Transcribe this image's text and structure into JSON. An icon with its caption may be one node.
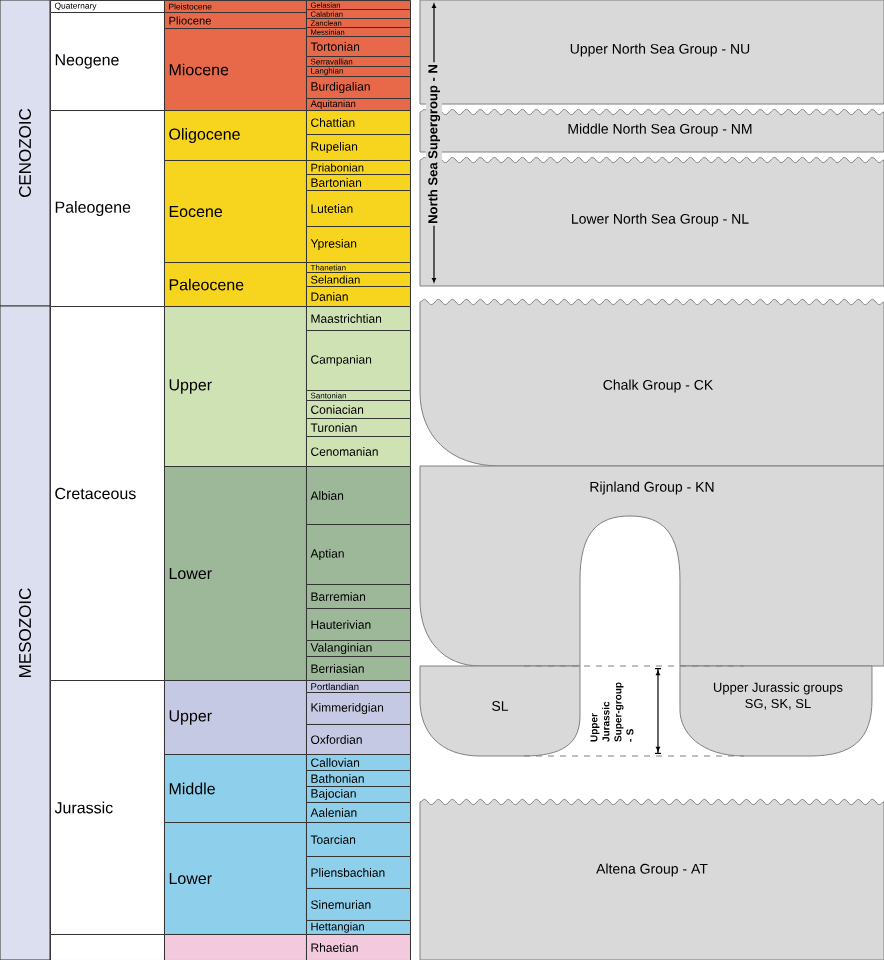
{
  "diagram": {
    "nodes": [
      {
        "text": [
          "CENOZOIC"
        ]
      },
      {
        "text": [
          "MESOZOIC"
        ]
      },
      {
        "text": [
          "Quaternary"
        ]
      },
      {
        "text": [
          "Neogene"
        ]
      },
      {
        "text": [
          "Paleogene"
        ]
      },
      {
        "text": [
          "Cretaceous"
        ]
      },
      {
        "text": [
          "Jurassic"
        ]
      },
      {
        "text": [],
        "shape": "box"
      },
      {
        "text": [
          "Pleistocene"
        ]
      },
      {
        "text": [
          "Pliocene"
        ]
      },
      {
        "text": [
          "Miocene"
        ]
      },
      {
        "text": [
          "Oligocene"
        ]
      },
      {
        "text": [
          "Eocene"
        ]
      },
      {
        "text": [
          "Paleocene"
        ]
      },
      {
        "text": [
          "Upper"
        ]
      },
      {
        "text": [
          "Lower"
        ]
      },
      {
        "text": [
          "Upper"
        ]
      },
      {
        "text": [
          "Middle"
        ]
      },
      {
        "text": [
          "Lower"
        ]
      },
      {
        "text": [],
        "shape": "box"
      },
      {
        "text": [
          "Gelasian"
        ]
      },
      {
        "text": [
          "Calabrian"
        ]
      },
      {
        "text": [
          "Zanclean"
        ]
      },
      {
        "text": [
          "Messinian"
        ]
      },
      {
        "text": [
          "Tortonian"
        ]
      },
      {
        "text": [
          "Serravallian"
        ]
      },
      {
        "text": [
          "Langhian"
        ]
      },
      {
        "text": [
          "Burdigalian"
        ]
      },
      {
        "text": [
          "Aquitanian"
        ]
      },
      {
        "text": [
          "Chattian"
        ]
      },
      {
        "text": [
          "Rupelian"
        ]
      },
      {
        "text": [
          "Priabonian"
        ]
      },
      {
        "text": [
          "Bartonian"
        ]
      },
      {
        "text": [
          "Lutetian"
        ]
      },
      {
        "text": [
          "Ypresian"
        ]
      },
      {
        "text": [
          "Thanetian"
        ]
      },
      {
        "text": [
          "Selandian"
        ]
      },
      {
        "text": [
          "Danian"
        ]
      },
      {
        "text": [
          "Maastrichtian"
        ]
      },
      {
        "text": [
          "Campanian"
        ]
      },
      {
        "text": [
          "Santonian"
        ]
      },
      {
        "text": [
          "Coniacian"
        ]
      },
      {
        "text": [
          "Turonian"
        ]
      },
      {
        "text": [
          "Cenomanian"
        ]
      },
      {
        "text": [
          "Albian"
        ]
      },
      {
        "text": [
          "Aptian"
        ]
      },
      {
        "text": [
          "Barremian"
        ]
      },
      {
        "text": [
          "Hauterivian"
        ]
      },
      {
        "text": [
          "Valanginian"
        ]
      },
      {
        "text": [
          "Berriasian"
        ]
      },
      {
        "text": [
          "Portlandian"
        ]
      },
      {
        "text": [
          "Kimmeridgian"
        ]
      },
      {
        "text": [
          "Oxfordian"
        ]
      },
      {
        "text": [
          "Callovian"
        ]
      },
      {
        "text": [
          "Bathonian"
        ]
      },
      {
        "text": [
          "Bajocian"
        ]
      },
      {
        "text": [
          "Aalenian"
        ]
      },
      {
        "text": [
          "Toarcian"
        ]
      },
      {
        "text": [
          "Pliensbachian"
        ]
      },
      {
        "text": [
          "Sinemurian"
        ]
      },
      {
        "text": [
          "Hettangian"
        ]
      },
      {
        "text": [
          "Rhaetian"
        ]
      },
      {
        "text": [
          "Upper North Sea Group - NU"
        ]
      },
      {
        "text": [
          "Middle North Sea Group - NM"
        ]
      },
      {
        "text": [
          "Lower North Sea Group - NL"
        ]
      },
      {
        "text": [
          "Chalk Group - CK"
        ]
      },
      {
        "text": [
          "Rijnland Group - KN"
        ]
      },
      {
        "text": [
          "SL"
        ]
      },
      {
        "text": [
          "Upper Jurassic groups",
          "SG, SK, SL"
        ]
      },
      {
        "text": [
          "Altena Group - AT"
        ]
      }
    ],
    "labels": [
      "North Sea Supergroup - N",
      "Upper Jurassic Super-group - S"
    ]
  }
}
